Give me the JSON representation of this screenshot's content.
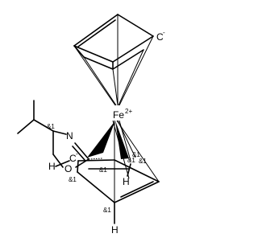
{
  "atoms": {
    "fe": {
      "symbol": "Fe",
      "charge": "2+"
    },
    "carbanion_top": {
      "symbol": "C",
      "charge": "-"
    },
    "carbanion_bottom": {
      "symbol": "C",
      "charge": "-"
    },
    "nitrogen": {
      "symbol": "N"
    },
    "oxygen": {
      "symbol": "O"
    },
    "hydrogen_left": {
      "symbol": "H"
    },
    "hydrogen_right": {
      "symbol": "H"
    },
    "hydrogen_bottom": {
      "symbol": "H"
    }
  },
  "stereo_labels": {
    "isopropyl_center": "&1",
    "oxazoline_c2": "&1",
    "ring_c1": "&1",
    "ring_c2": "&1",
    "ring_c3": "&1",
    "ring_c4": "&1",
    "ring_c5": "&1"
  }
}
